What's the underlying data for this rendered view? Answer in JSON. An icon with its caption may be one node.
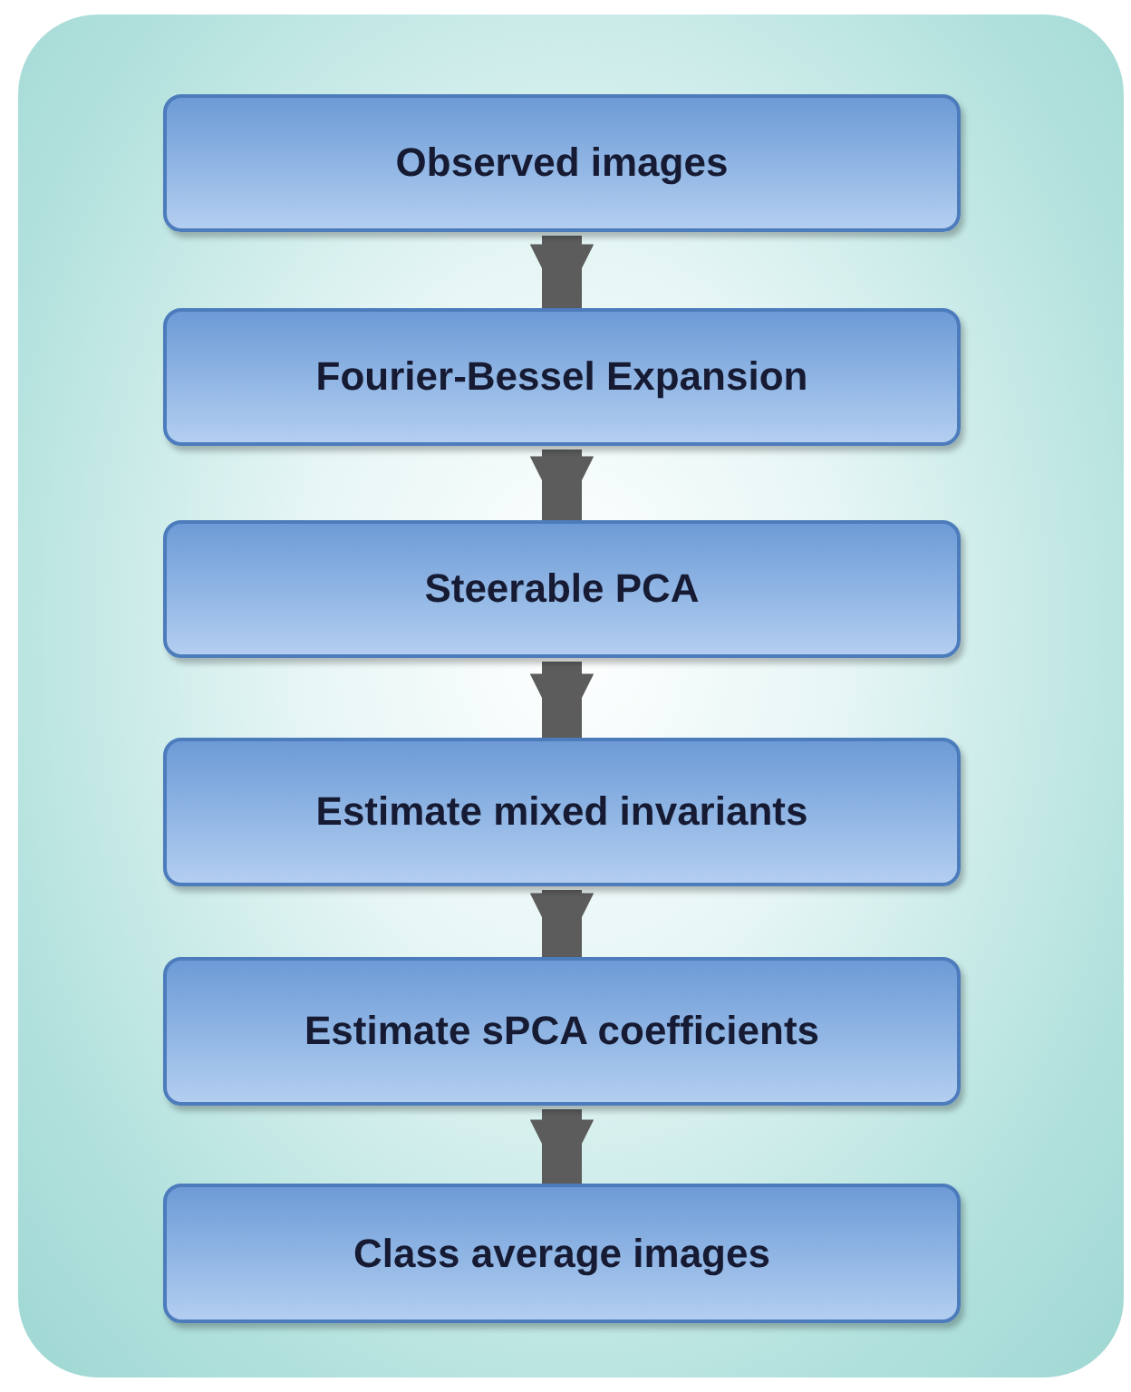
{
  "diagram": {
    "nodes": [
      {
        "text": [
          "Observed images"
        ]
      },
      {
        "text": [
          "Fourier-Bessel Expansion"
        ]
      },
      {
        "text": [
          "Steerable PCA"
        ]
      },
      {
        "text": [
          "Estimate mixed invariants"
        ]
      },
      {
        "text": [
          "Estimate sPCA coefficients"
        ]
      },
      {
        "text": [
          "Class average images"
        ]
      }
    ],
    "edges": [
      {
        "from": 0,
        "to": 1,
        "arrow": "to"
      },
      {
        "from": 1,
        "to": 2,
        "arrow": "to"
      },
      {
        "from": 2,
        "to": 3,
        "arrow": "to"
      },
      {
        "from": 3,
        "to": 4,
        "arrow": "to"
      },
      {
        "from": 4,
        "to": 5,
        "arrow": "to"
      }
    ]
  }
}
